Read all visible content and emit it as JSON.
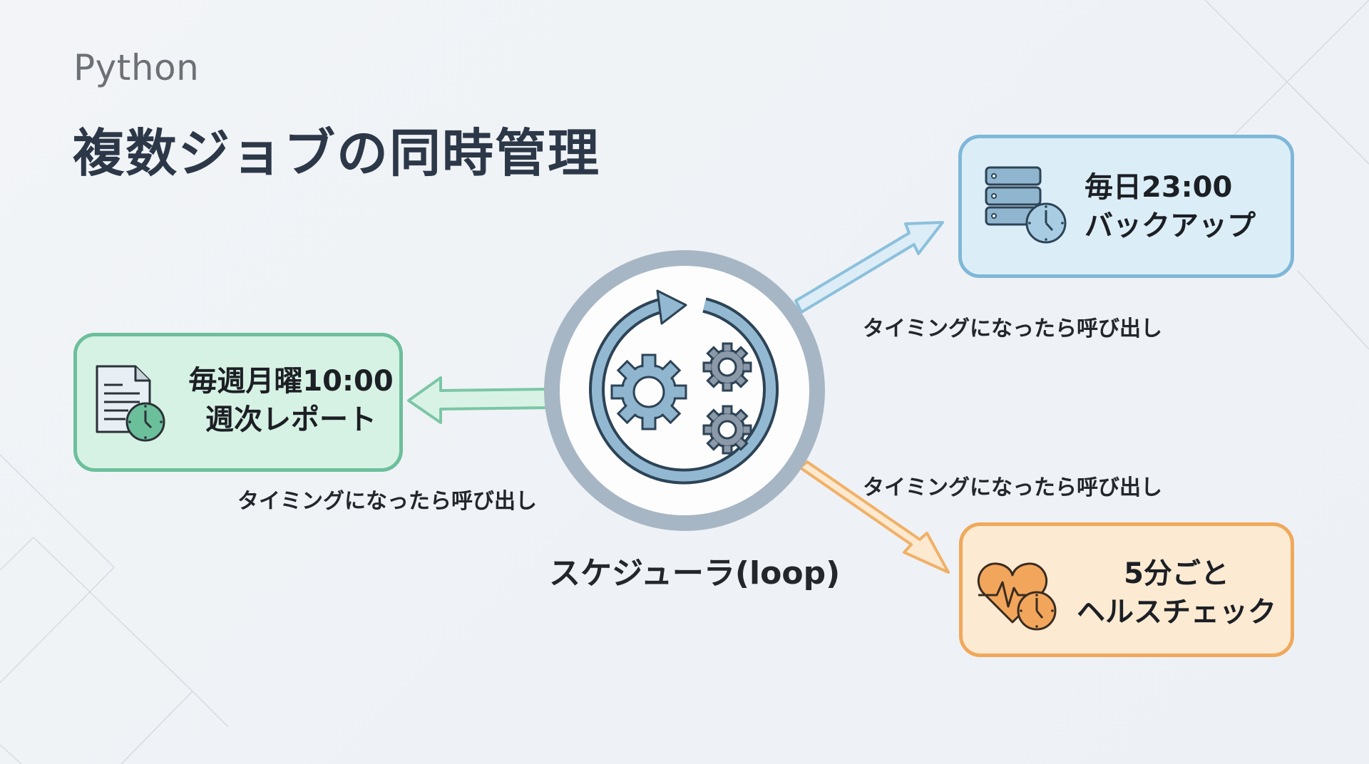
{
  "header": {
    "eyebrow": "Python",
    "title": "複数ジョブの同時管理"
  },
  "hub": {
    "label": "スケジューラ(loop)",
    "icon": "gears-cycle-icon"
  },
  "jobs": [
    {
      "id": "weekly-report",
      "line1": "毎週月曜10:00",
      "line2": "週次レポート",
      "icon": "document-clock-icon",
      "caption": "タイミングになったら呼び出し",
      "color": "#6cbf9b",
      "fill": "#d6f2e4"
    },
    {
      "id": "daily-backup",
      "line1": "毎日23:00",
      "line2": "バックアップ",
      "icon": "server-clock-icon",
      "caption": "タイミングになったら呼び出し",
      "color": "#7fb7d8",
      "fill": "#dbeef8"
    },
    {
      "id": "health-check",
      "line1": "5分ごと",
      "line2": "ヘルスチェック",
      "icon": "heart-pulse-clock-icon",
      "caption": "タイミングになったら呼び出し",
      "color": "#f0a85a",
      "fill": "#fcead2"
    }
  ],
  "colors": {
    "hub_ring": "#9fb1c1",
    "icon_stroke": "#2d4356",
    "icon_fill_blue": "#8fb5cf",
    "icon_fill_gray": "#8c99a8"
  }
}
